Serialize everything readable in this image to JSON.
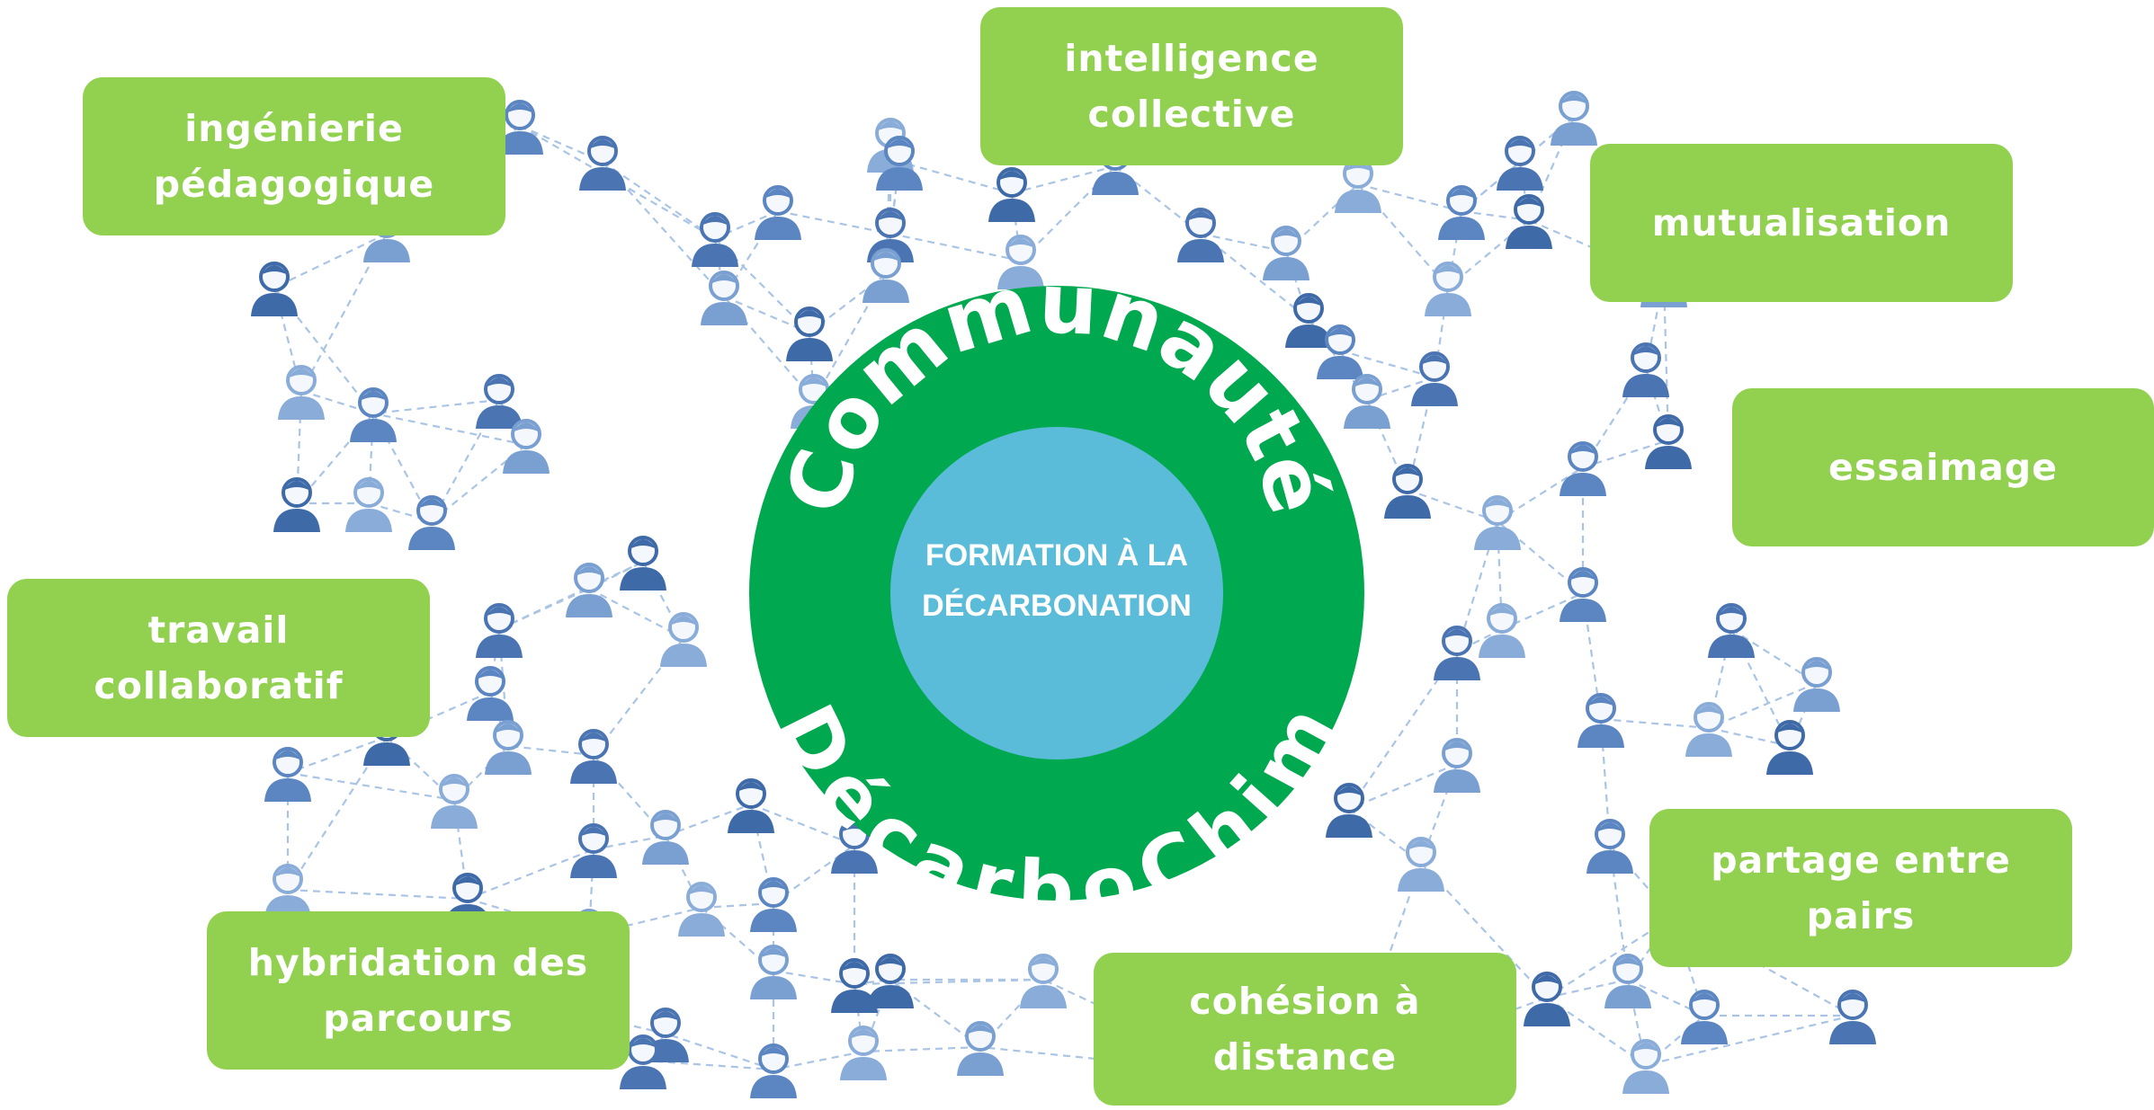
{
  "colors": {
    "tag_green": "#92d050",
    "ring_green": "#00a94f",
    "core_blue": "#5bbcd9",
    "network_line": "#a9c4e4",
    "people_blue": "#5b86c2",
    "text_white": "#ffffff"
  },
  "community": {
    "ring_top": "Communauté",
    "ring_bottom": "DécarboChim",
    "core_line1": "FORMATION À LA",
    "core_line2": "DÉCARBONATION"
  },
  "tags": {
    "ingenierie": [
      "ingénierie",
      "pédagogique"
    ],
    "intelligence": [
      "intelligence",
      "collective"
    ],
    "mutualisation": [
      "mutualisation"
    ],
    "essaimage": [
      "essaimage"
    ],
    "travail": [
      "travail",
      "collaboratif"
    ],
    "partage": [
      "partage entre",
      "pairs"
    ],
    "hybridation": [
      "hybridation des",
      "parcours"
    ],
    "cohesion": [
      "cohésion à",
      "distance"
    ]
  },
  "background": {
    "icon": "person-avatar-icon",
    "description_free": true
  }
}
